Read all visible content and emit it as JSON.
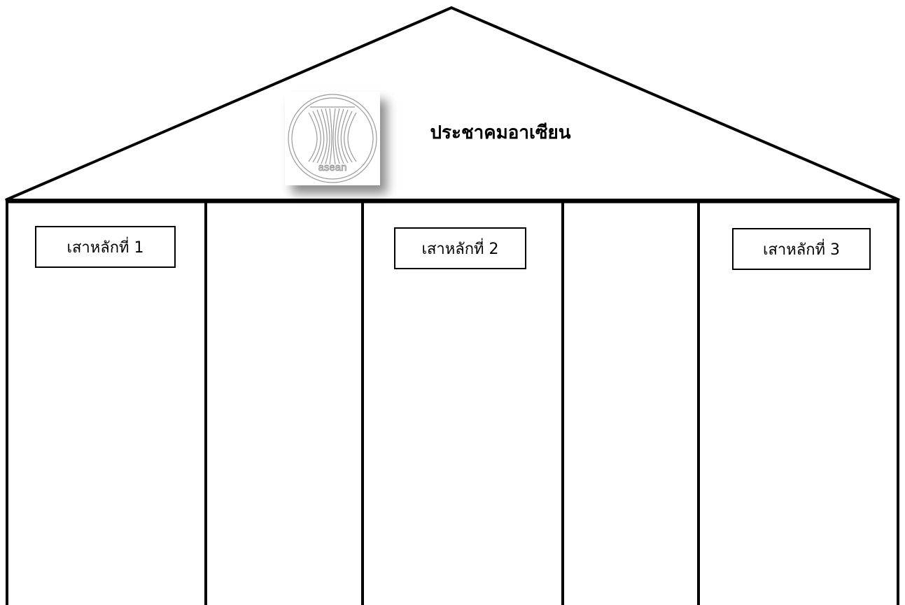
{
  "title": "ประชาคมอาเซียน",
  "logo": {
    "icon": "asean-emblem-icon",
    "lettering": "asean"
  },
  "pillars": [
    {
      "label": "เสาหลักที่ 1"
    },
    {
      "label": "เสาหลักที่ 2"
    },
    {
      "label": "เสาหลักที่ 3"
    }
  ],
  "colors": {
    "stroke": "#000000",
    "background": "#ffffff",
    "logo_outline": "#9a9a9a"
  }
}
